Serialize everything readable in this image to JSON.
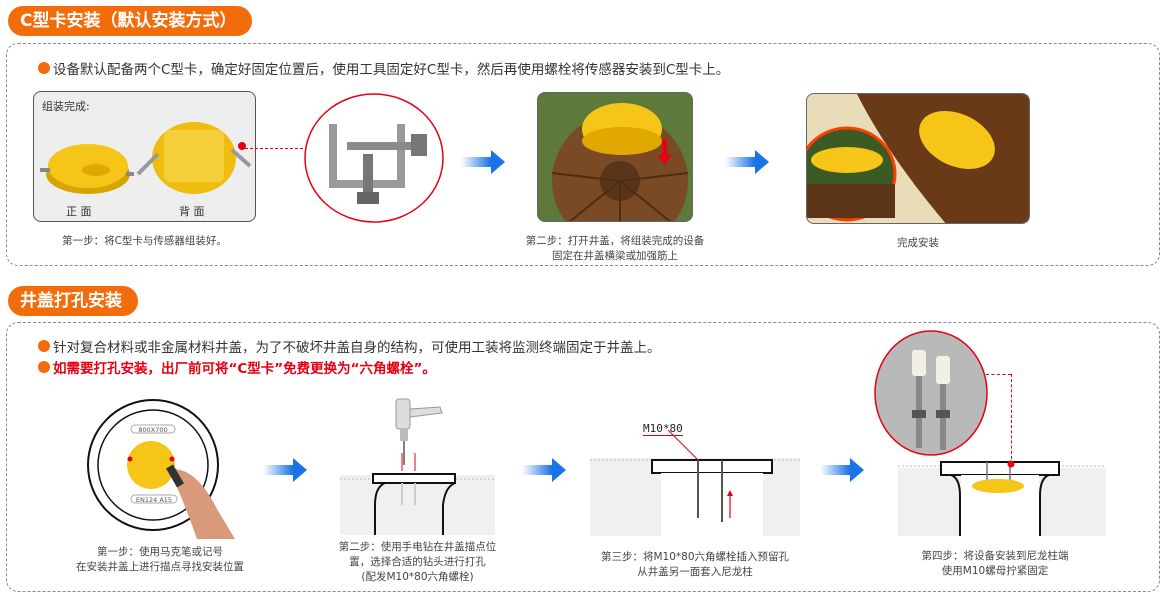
{
  "section1": {
    "title": "C型卡安装（默认安装方式）",
    "bullet": "设备默认配备两个C型卡，确定好固定位置后，使用工具固定好C型卡，然后再使用螺栓将传感器安装到C型卡上。",
    "assembled_box": {
      "label": "组装完成:",
      "front_label": "正 面",
      "back_label": "背 面"
    },
    "steps": [
      {
        "caption": "第一步：将C型卡与传感器组装好。"
      },
      {
        "caption_line1": "第二步：打开井盖，将组装完成的设备",
        "caption_line2": "固定在井盖横梁或加强筋上"
      },
      {
        "caption": "完成安装"
      }
    ]
  },
  "section2": {
    "title": "井盖打孔安装",
    "bullet1": "针对复合材料或非金属材料井盖，为了不破坏井盖自身的结构，可使用工装将监测终端固定于井盖上。",
    "bullet2": "如需要打孔安装，出厂前可将“C型卡”免费更换为“六角螺栓”。",
    "cover_marks": {
      "top": "800X700",
      "bottom": "EN124 A15"
    },
    "bolt_label": "M10*80",
    "steps": [
      {
        "line1": "第一步：使用马克笔或记号",
        "line2": "在安装井盖上进行描点寻找安装位置"
      },
      {
        "line1": "第二步：使用手电钻在井盖描点位",
        "line2": "置，选择合适的钻头进行打孔",
        "line3": "(配发M10*80六角螺栓)"
      },
      {
        "line1": "第三步：将M10*80六角螺栓插入预留孔",
        "line2": "从井盖另一面套入尼龙柱"
      },
      {
        "line1": "第四步：将设备安装到尼龙柱端",
        "line2": "使用M10螺母拧紧固定"
      }
    ]
  },
  "colors": {
    "accent_orange": "#f36c0c",
    "warning_red": "#e60012",
    "arrow_blue": "#1a73e8",
    "sensor_yellow": "#f5c518"
  }
}
